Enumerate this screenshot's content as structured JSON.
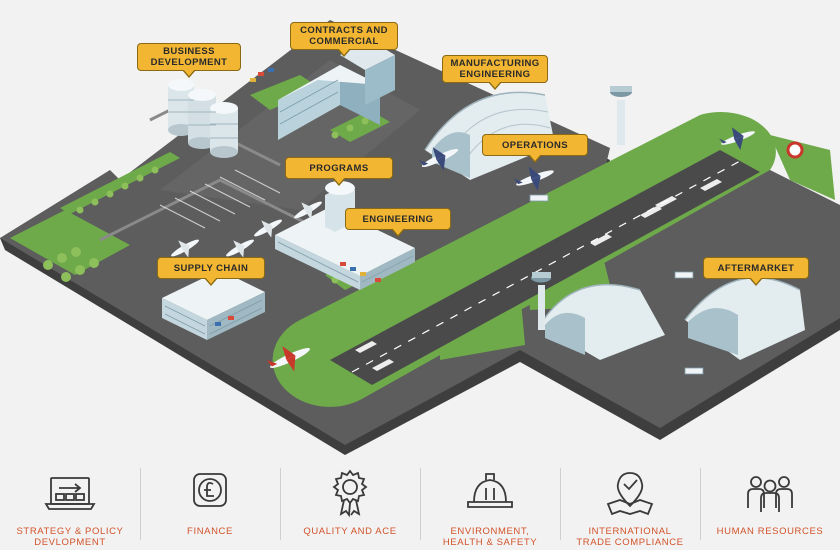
{
  "callouts": [
    {
      "id": "business-development",
      "label": "BUSINESS\nDEVELOPMENT"
    },
    {
      "id": "contracts-and-commercial",
      "label": "CONTRACTS AND\nCOMMERCIAL"
    },
    {
      "id": "manufacturing-engineering",
      "label": "MANUFACTURING\nENGINEERING"
    },
    {
      "id": "operations",
      "label": "OPERATIONS"
    },
    {
      "id": "programs",
      "label": "PROGRAMS"
    },
    {
      "id": "engineering",
      "label": "ENGINEERING"
    },
    {
      "id": "supply-chain",
      "label": "SUPPLY CHAIN"
    },
    {
      "id": "aftermarket",
      "label": "AFTERMARKET"
    }
  ],
  "footer": {
    "items": [
      {
        "label": "STRATEGY & POLICY\nDEVLOPMENT",
        "icon": "strategy-laptop-icon"
      },
      {
        "label": "FINANCE",
        "icon": "pound-coin-icon"
      },
      {
        "label": "QUALITY AND ACE",
        "icon": "award-ribbon-icon"
      },
      {
        "label": "ENVIRONMENT,\nHEALTH & SAFETY",
        "icon": "hard-hat-icon"
      },
      {
        "label": "INTERNATIONAL\nTRADE COMPLIANCE",
        "icon": "map-check-icon"
      },
      {
        "label": "HUMAN RESOURCES",
        "icon": "people-group-icon"
      }
    ]
  },
  "colors": {
    "callout": "#f2b632",
    "callout_border": "#8a6a12",
    "footer_text": "#d2532a",
    "ground": "#5a5a5a",
    "grass": "#6faa4a",
    "building": "#e4ecef"
  }
}
